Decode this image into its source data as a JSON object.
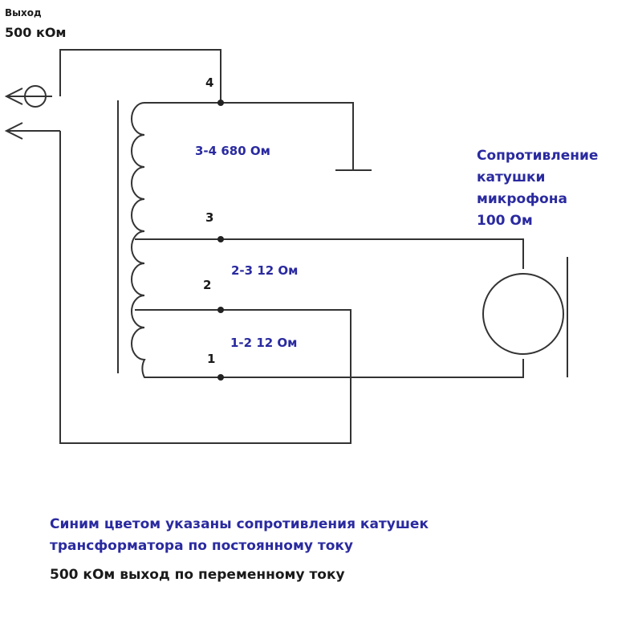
{
  "output_label": {
    "line1": "Выход",
    "line2": "500 кОм"
  },
  "taps": {
    "t4": "4",
    "t3": "3",
    "t2": "2",
    "t1": "1"
  },
  "winding_resistances": {
    "r34": "3-4 680 Ом",
    "r23": "2-3 12 Ом",
    "r12": "1-2 12 Ом"
  },
  "microphone_label": {
    "line1": "Сопротивление",
    "line2": "катушки",
    "line3": "микрофона",
    "line4": "100 Ом"
  },
  "notes": {
    "line1": "Синим цветом указаны сопротивления катушек",
    "line2": "трансформатора по постоянному току",
    "line3": "500 кОм выход по переменному току"
  },
  "colors": {
    "wire": "#333333",
    "text_black": "#1a1a1a",
    "text_blue": "#2a2aa0"
  }
}
